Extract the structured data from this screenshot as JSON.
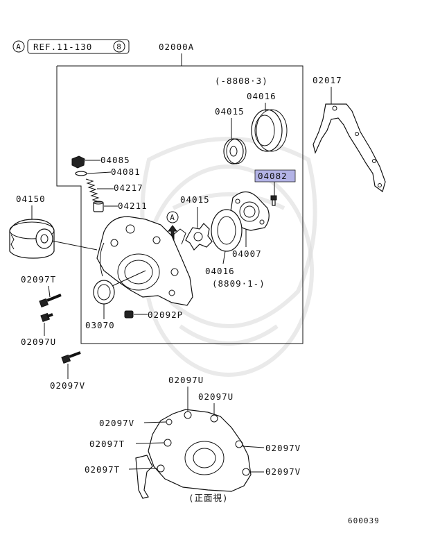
{
  "ref_circle_a": "A",
  "ref_label": "REF.11-130",
  "ref_circle_b": "8",
  "assembly_label": "02000A",
  "date_range_top": "(-8808·3)",
  "date_range_bottom": "(8809·1-)",
  "highlight_color": "#b3b3e6",
  "arrow_marker": "A",
  "view_caption": "(正面視)",
  "figure_number": "600039",
  "parts": {
    "p02017": "02017",
    "p04016_top": "04016",
    "p04015_top": "04015",
    "p04082": "04082",
    "p04085": "04085",
    "p04081": "04081",
    "p04217": "04217",
    "p04211": "04211",
    "p04150": "04150",
    "p04015_mid": "04015",
    "p04007": "04007",
    "p04016_mid": "04016",
    "p02097T_left": "02097T",
    "p02097U_left": "02097U",
    "p03070": "03070",
    "p02092P": "02092P",
    "p02097V_left": "02097V",
    "p02097U_front1": "02097U",
    "p02097U_front2": "02097U",
    "p02097V_front_l": "02097V",
    "p02097T_front1": "02097T",
    "p02097T_front2": "02097T",
    "p02097V_front_r1": "02097V",
    "p02097V_front_r2": "02097V"
  }
}
